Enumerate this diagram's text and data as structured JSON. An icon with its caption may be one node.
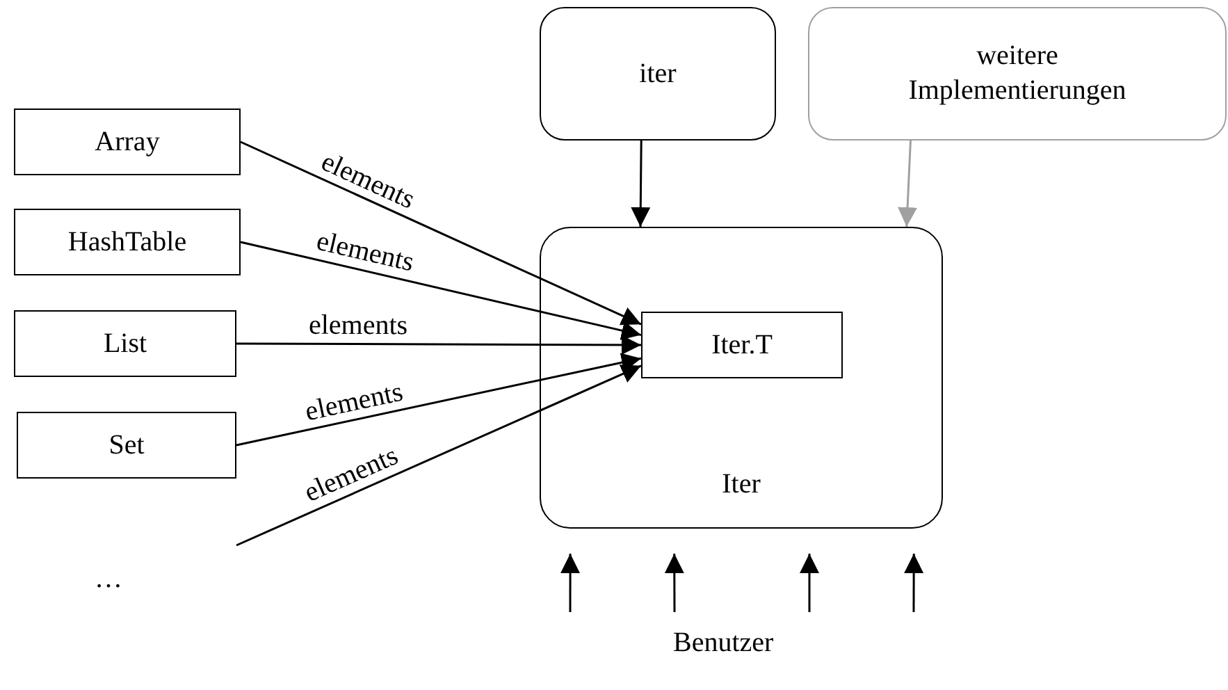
{
  "diagram": {
    "nodes": [
      {
        "text": [
          "Array"
        ]
      },
      {
        "text": [
          "HashTable"
        ]
      },
      {
        "text": [
          "List"
        ]
      },
      {
        "text": [
          "Set"
        ]
      },
      {
        "text": [
          "iter"
        ]
      },
      {
        "text": [
          "weitere Implementierungen"
        ]
      },
      {
        "text": [
          "Iter"
        ]
      },
      {
        "text": [
          "Iter.T"
        ],
        "in": 6
      }
    ],
    "edges": [
      {
        "from": 0,
        "to": 7,
        "arrow": "to",
        "label": "elements"
      },
      {
        "from": 1,
        "to": 7,
        "arrow": "to",
        "label": "elements"
      },
      {
        "from": 2,
        "to": 7,
        "arrow": "to",
        "label": "elements"
      },
      {
        "from": 3,
        "to": 7,
        "arrow": "to",
        "label": "elements"
      },
      {
        "from": null,
        "to": 7,
        "arrow": "to",
        "label": "elements"
      },
      {
        "from": 4,
        "to": 6,
        "arrow": "to"
      },
      {
        "from": 5,
        "to": 6,
        "arrow": "to",
        "color": "#a0a0a0"
      },
      {
        "from": null,
        "to": 6,
        "arrow": "to"
      },
      {
        "from": null,
        "to": 6,
        "arrow": "to"
      },
      {
        "from": null,
        "to": 6,
        "arrow": "to"
      },
      {
        "from": null,
        "to": 6,
        "arrow": "to"
      }
    ],
    "labels": [
      "…",
      "Benutzer"
    ]
  }
}
